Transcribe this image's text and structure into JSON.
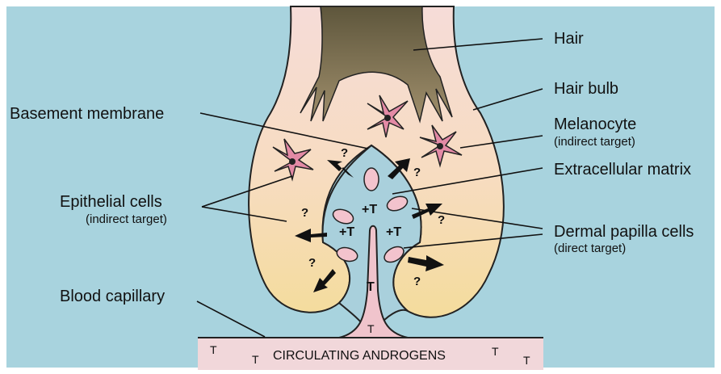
{
  "colors": {
    "background": "#a8d3de",
    "follicle_fill_top": "#f6ddd6",
    "follicle_fill_bottom": "#f4dca0",
    "hair": "#6e6243",
    "papilla": "#a9d0dc",
    "capillary": "#f1c6cd",
    "cell": "#f3c3cd",
    "melanocyte": "#e88aa7",
    "arrow": "#111111"
  },
  "labels": {
    "hair": "Hair",
    "hair_bulb": "Hair bulb",
    "melanocyte": "Melanocyte",
    "melanocyte_note": "(indirect target)",
    "basement_membrane": "Basement membrane",
    "extracellular_matrix": "Extracellular matrix",
    "epithelial_cells": "Epithelial cells",
    "epithelial_note": "(indirect target)",
    "dermal_papilla_cells": "Dermal papilla cells",
    "dermal_papilla_note": "(direct target)",
    "blood_capillary": "Blood capillary",
    "circulating_androgens": "CIRCULATING ANDROGENS"
  },
  "symbols": {
    "plus_t": "+T",
    "t": "T",
    "question": "?"
  }
}
